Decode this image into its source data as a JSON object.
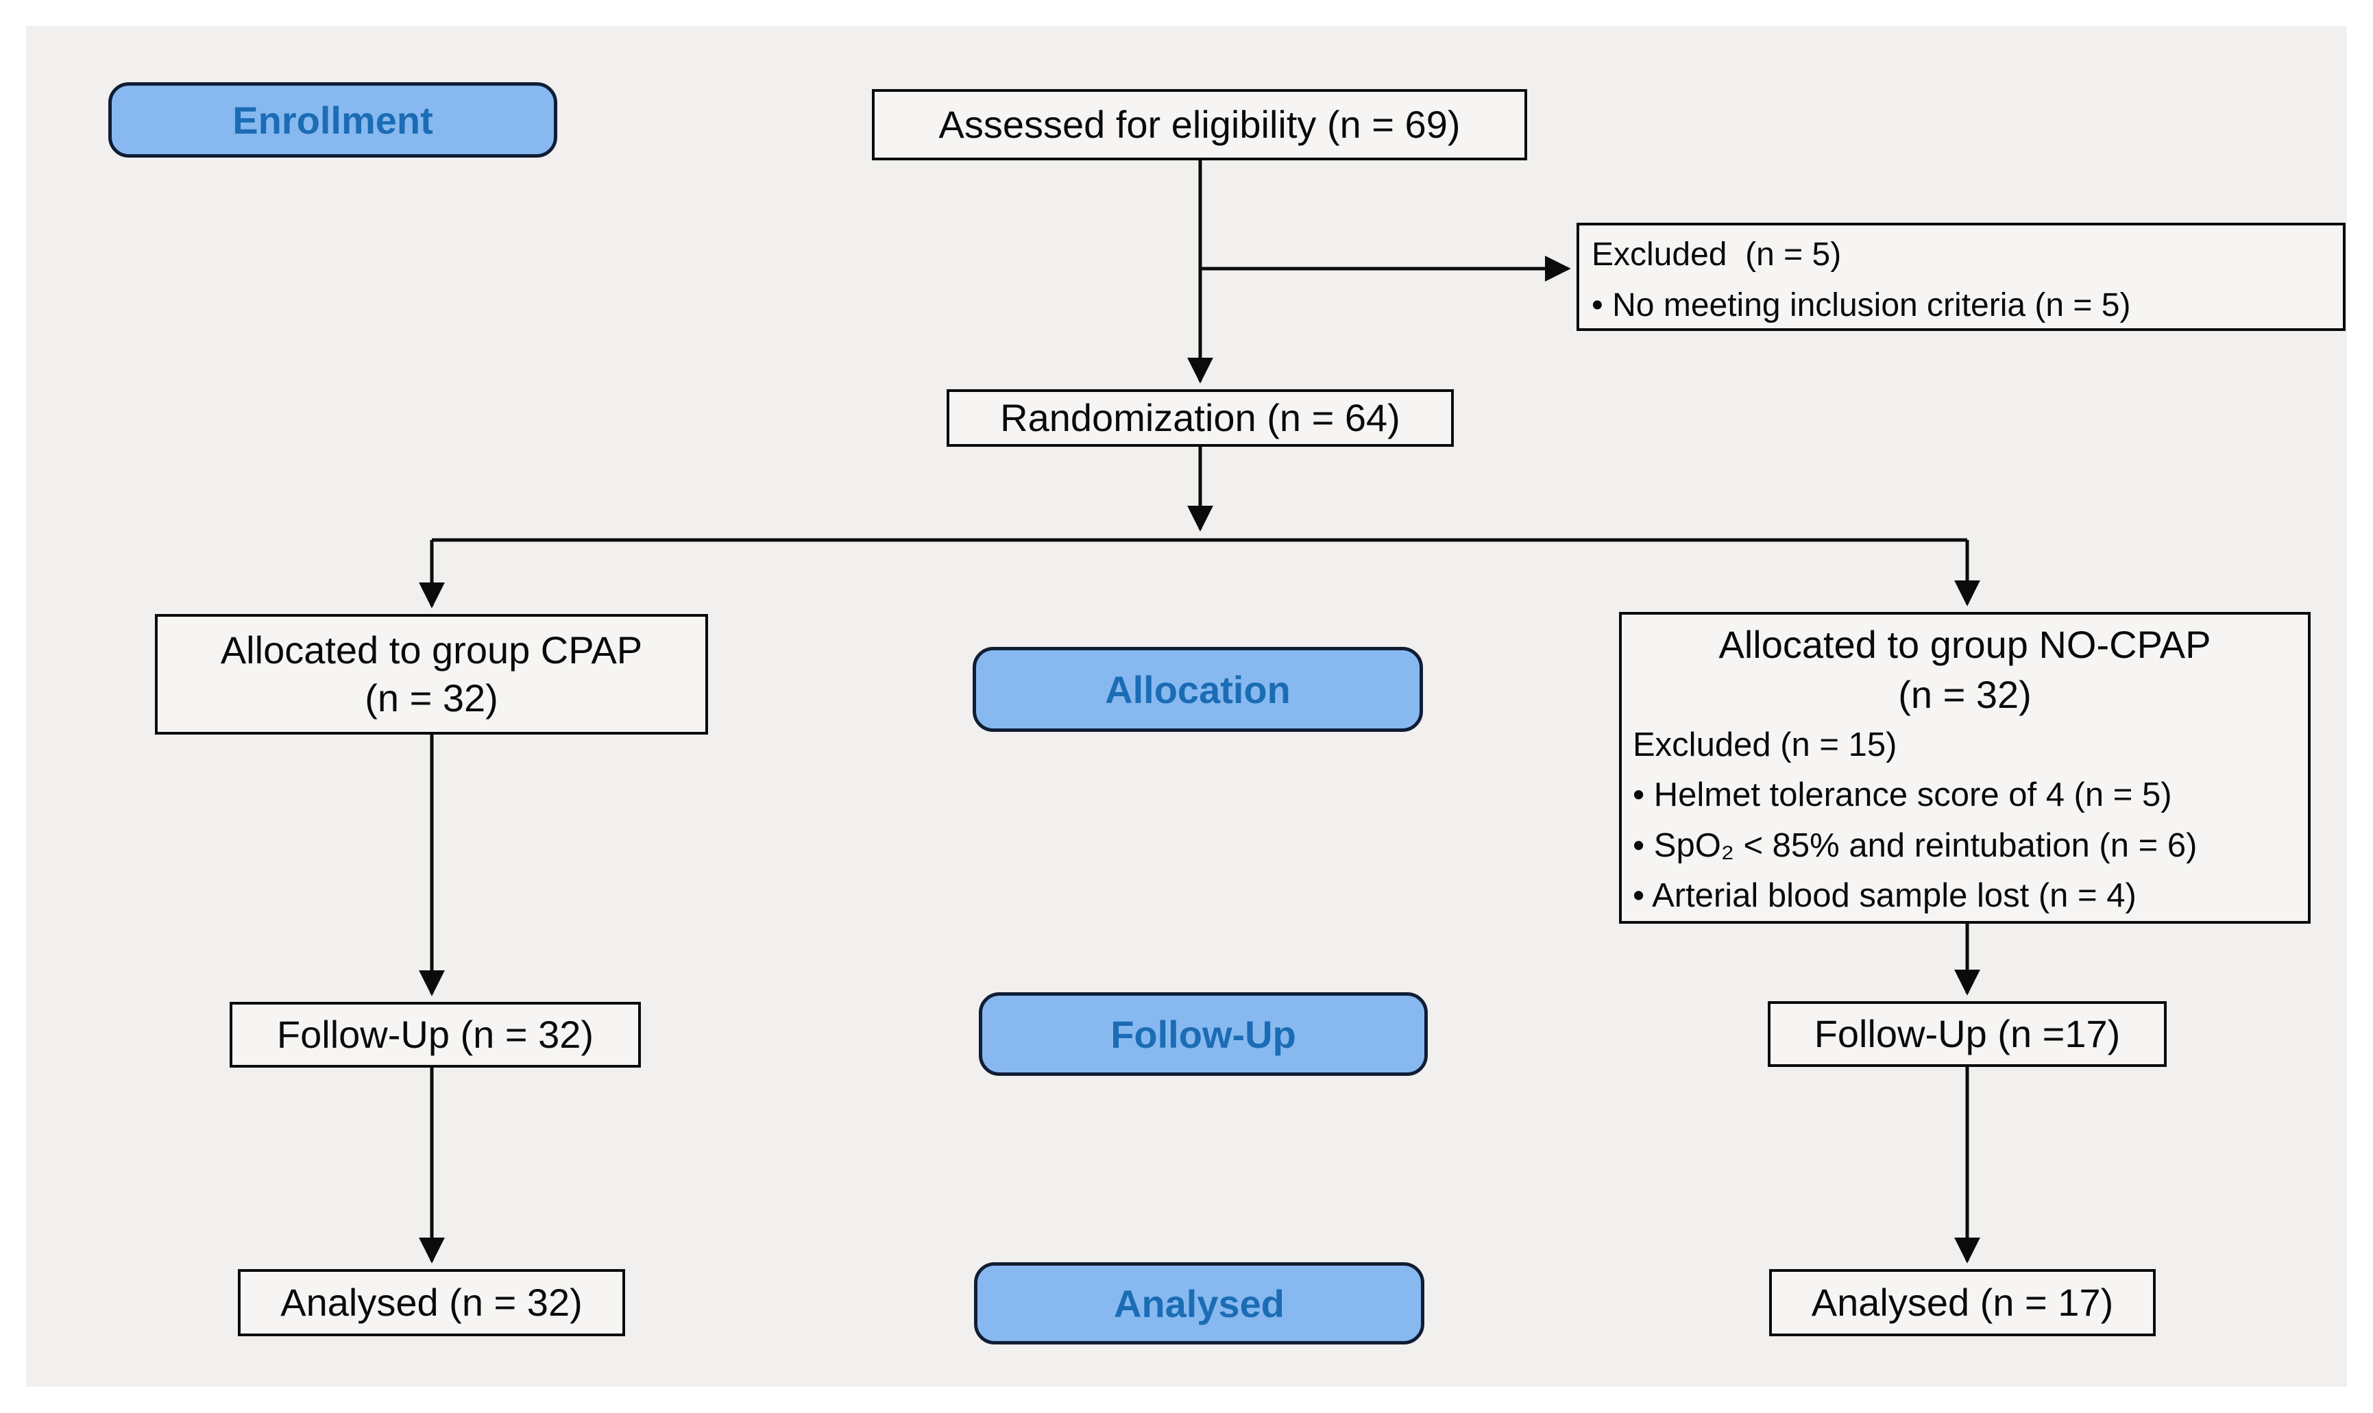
{
  "palette": {
    "page_bg": "#ffffff",
    "canvas_bg": "#f1f0ee",
    "box_fill": "#f6f5f3",
    "box_border": "#0b0b0b",
    "badge_fill": "#87b9f0",
    "badge_border": "#101d35",
    "badge_text": "#1b6cb4",
    "text": "#0a0a0a",
    "arrow": "#0b0b0b"
  },
  "badges": {
    "enrollment": "Enrollment",
    "allocation": "Allocation",
    "followup": "Follow-Up",
    "analysed": "Analysed"
  },
  "nodes": {
    "assessed": "Assessed for eligibility (n = 69)",
    "excluded": {
      "title": "Excluded  (n = 5)",
      "items": [
        "• No meeting inclusion criteria (n = 5)"
      ]
    },
    "randomization": "Randomization (n = 64)",
    "cpap": {
      "line1": "Allocated to group CPAP",
      "line2": "(n = 32)"
    },
    "nocpap": {
      "line1": "Allocated to group NO-CPAP",
      "line2": "(n = 32)",
      "excluded_title": "Excluded (n = 15)",
      "items": [
        "• Helmet tolerance score of 4 (n = 5)",
        "• SpO₂ < 85% and reintubation (n = 6)",
        "• Arterial blood sample lost (n = 4)"
      ]
    },
    "followup_cpap": "Follow-Up (n = 32)",
    "followup_nocpap": "Follow-Up (n =17)",
    "analysed_cpap": "Analysed (n = 32)",
    "analysed_nocpap": "Analysed (n = 17)"
  }
}
